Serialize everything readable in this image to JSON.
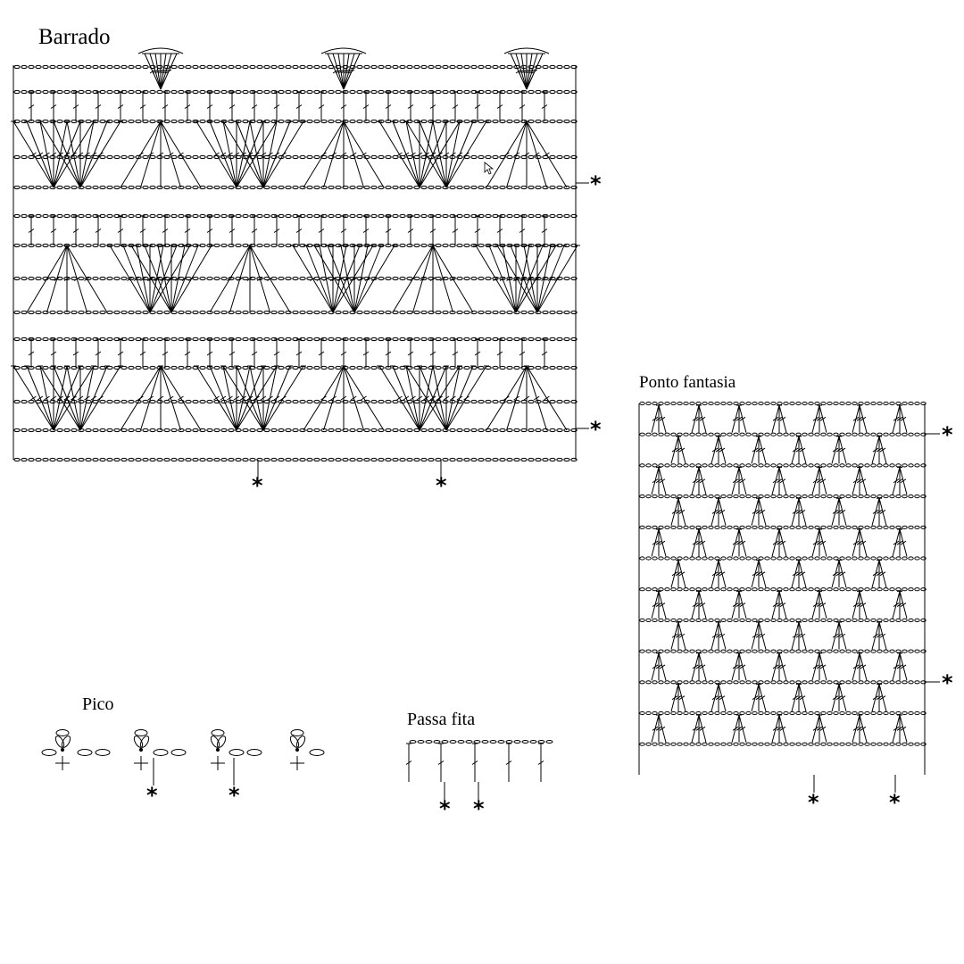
{
  "diagrams": {
    "barrado": {
      "title": "Barrado",
      "repeat_mark": "*"
    },
    "ponto_fantasia": {
      "title": "Ponto fantasia",
      "repeat_mark": "*"
    },
    "pico": {
      "title": "Pico",
      "repeat_mark": "*"
    },
    "passa_fita": {
      "title": "Passa fita",
      "repeat_mark": "*"
    }
  },
  "symbols": {
    "chain": "chain-stitch-oval",
    "double_crochet": "double-crochet-symbol",
    "single_crochet": "single-crochet-cross",
    "picot": "picot-loop"
  },
  "colors": {
    "ink": "#000000",
    "paper": "#ffffff"
  }
}
